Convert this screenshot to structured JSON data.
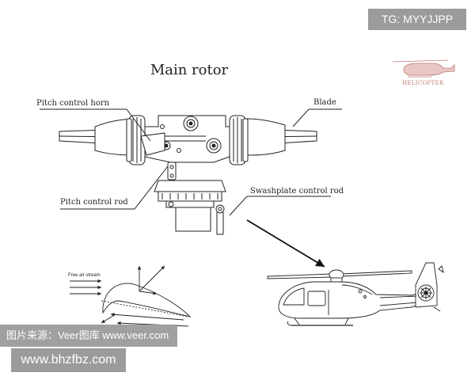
{
  "title": "Main rotor",
  "labels": {
    "pitch_control_horn": "Pitch control horn",
    "blade": "Blade",
    "pitch_control_rod": "Pitch control rod",
    "swashplate_control_rod": "Swashplate control rod",
    "free_air_stream": "Free air stream"
  },
  "logo": {
    "text": "HELICOPTER"
  },
  "watermarks": {
    "tg": "TG: MYYJJPP",
    "veer": "图片来源：Veer图库 www.veer.com",
    "site": "www.bhzfbz.com"
  },
  "colors": {
    "line": "#222222",
    "arrow": "#111111",
    "badge": "#9b9b9b",
    "logo_accent": "#c07a73"
  }
}
